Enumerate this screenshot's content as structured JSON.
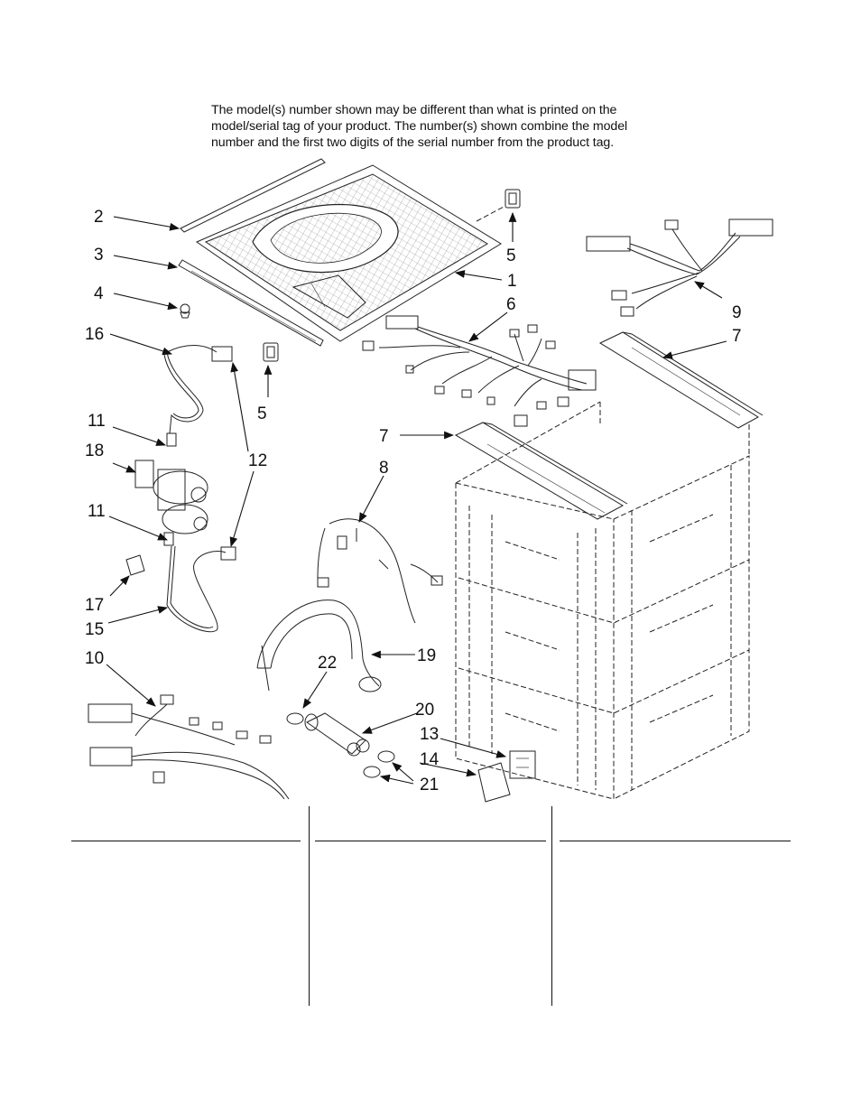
{
  "notice_lines": [
    "The model(s) number shown may be different than what is printed on the",
    "model/serial tag of your product. The number(s) shown combine the model",
    "number and the first two digits of the serial number from the product tag."
  ],
  "callouts": {
    "c1": "1",
    "c2": "2",
    "c3": "3",
    "c4": "4",
    "c5a": "5",
    "c5b": "5",
    "c6": "6",
    "c7a": "7",
    "c7b": "7",
    "c8": "8",
    "c9": "9",
    "c10": "10",
    "c11a": "11",
    "c11b": "11",
    "c12": "12",
    "c13": "13",
    "c14": "14",
    "c15": "15",
    "c16": "16",
    "c17": "17",
    "c18": "18",
    "c19": "19",
    "c20": "20",
    "c21": "21",
    "c22": "22"
  }
}
